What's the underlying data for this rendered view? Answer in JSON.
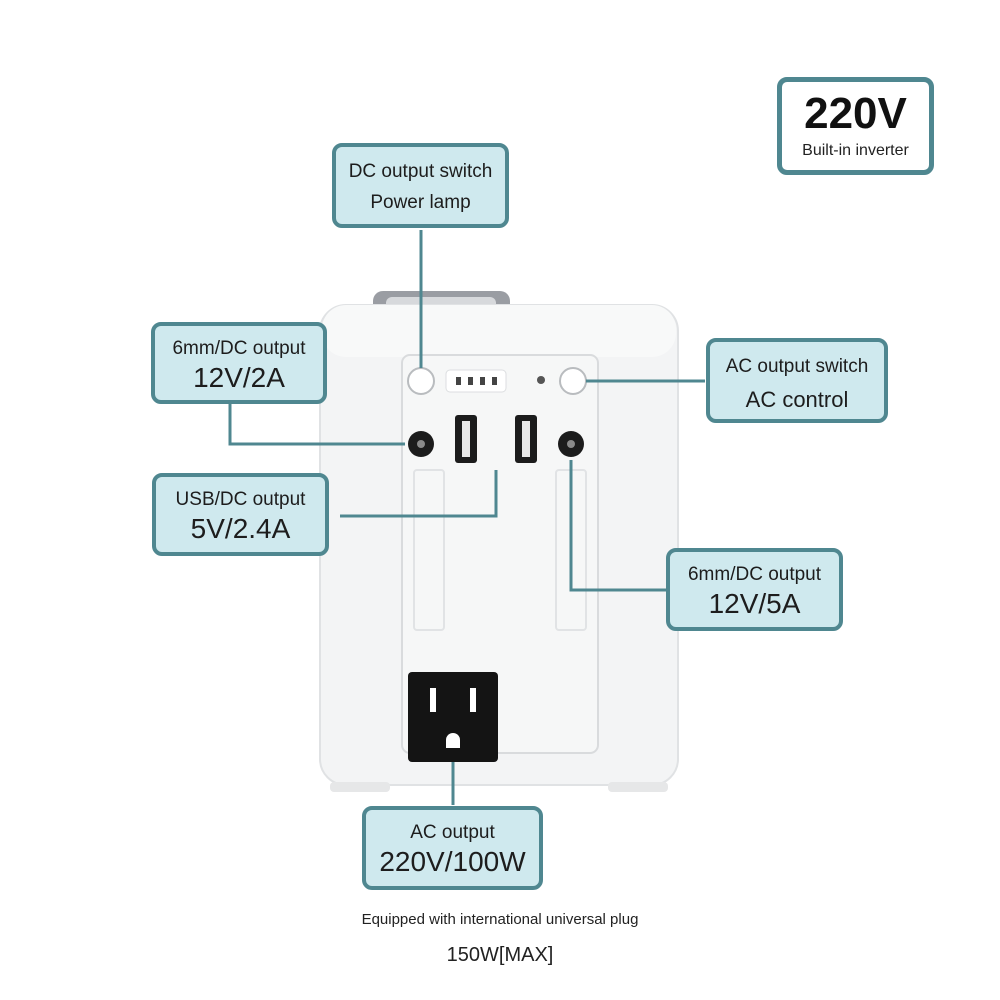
{
  "badge": {
    "voltage": "220V",
    "caption": "Built-in inverter"
  },
  "callouts": {
    "dc_switch": {
      "line1": "DC output switch",
      "line2": "Power lamp"
    },
    "dc_6mm_left": {
      "line1": "6mm/DC output",
      "line2": "12V/2A"
    },
    "ac_switch": {
      "line1": "AC output switch",
      "line2": "AC control"
    },
    "usb_dc": {
      "line1": "USB/DC output",
      "line2": "5V/2.4A"
    },
    "dc_6mm_right": {
      "line1": "6mm/DC output",
      "line2": "12V/5A"
    },
    "ac_output": {
      "line1": "AC output",
      "line2": "220V/100W"
    }
  },
  "footer": {
    "plug_note": "Equipped with international universal plug",
    "max_power": "150W[MAX]"
  },
  "colors": {
    "callout_fill": "#cfe9ee",
    "callout_border": "#4f8790",
    "device_body": "#f2f3f4"
  }
}
